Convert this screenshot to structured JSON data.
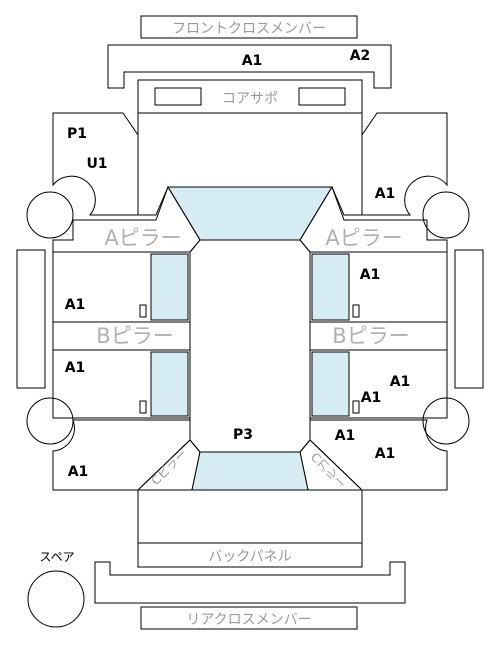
{
  "labels": {
    "front_cross_member": "フロントクロスメンバー",
    "core_support": "コアサポ",
    "a_pillar_left": "Aピラー",
    "a_pillar_right": "Aピラー",
    "b_pillar_left": "Bピラー",
    "b_pillar_right": "Bピラー",
    "back_panel": "バックパネル",
    "rear_cross_member": "リアクロスメンバー",
    "spare": "スペア",
    "c_pillar_left": "Cピラー",
    "c_pillar_right": "Cピラー"
  },
  "codes": {
    "front_a1": "A1",
    "front_a2": "A2",
    "front_left_p1": "P1",
    "front_left_u1": "U1",
    "front_right_a1": "A1",
    "left_front_door_a1": "A1",
    "left_rear_door_a1": "A1",
    "right_front_door_a1": "A1",
    "right_rear_door_a1_upper": "A1",
    "right_rear_door_a1_lower": "A1",
    "roof_p3": "P3",
    "rear_left_a1": "A1",
    "rear_right_a1_inner": "A1",
    "rear_right_a1_outer": "A1"
  },
  "colors": {
    "glass": "#d6ecf3",
    "line": "#000000",
    "gray_text": "#9a9a9a"
  }
}
